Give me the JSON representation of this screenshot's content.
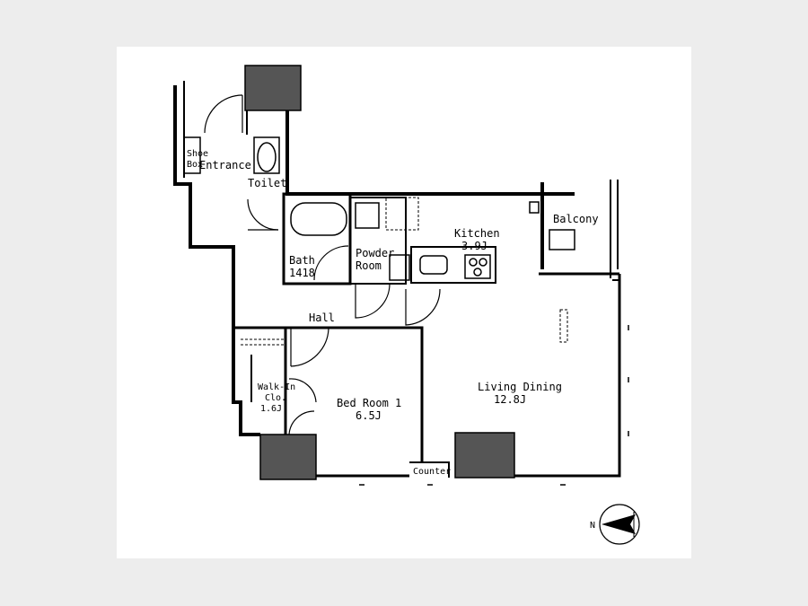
{
  "rooms": {
    "entrance": "Entrance",
    "shoe_box": [
      "Shoe",
      "Box"
    ],
    "toilet": "Toilet",
    "bath": [
      "Bath",
      "1418"
    ],
    "powder_room": [
      "Powder",
      "Room"
    ],
    "kitchen": [
      "Kitchen",
      "3.9J"
    ],
    "balcony": "Balcony",
    "hall": "Hall",
    "walk_in_closet": [
      "Walk-In",
      "Clo.",
      "1.6J"
    ],
    "bedroom": [
      "Bed Room 1",
      "6.5J"
    ],
    "living_dining": [
      "Living Dining",
      "12.8J"
    ],
    "counter": "Counter"
  },
  "compass": {
    "label": "N"
  }
}
